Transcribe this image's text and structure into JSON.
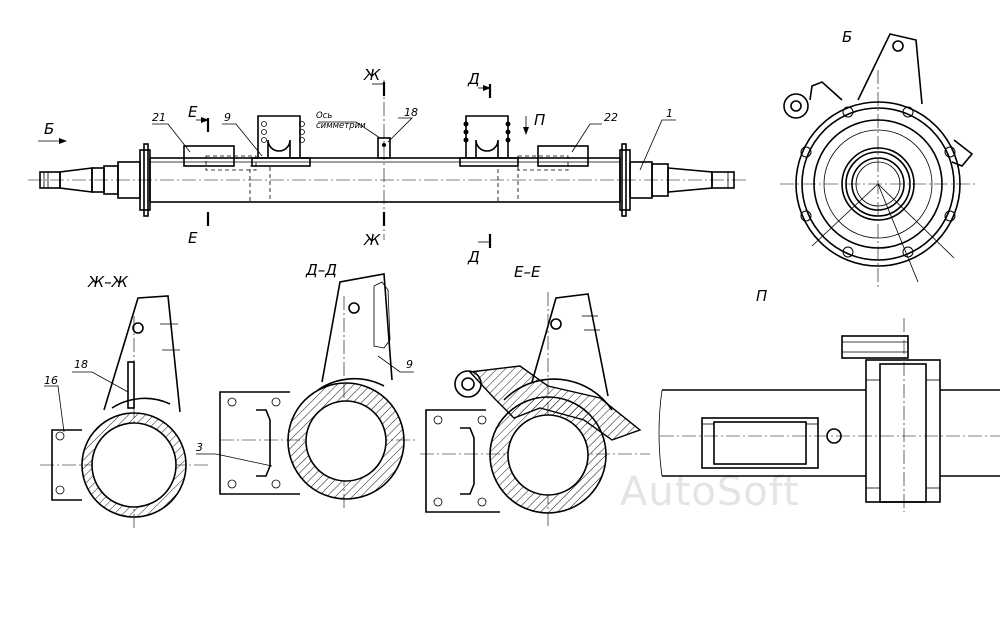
{
  "views": {
    "B": "Б",
    "E": "Е",
    "ZH": "Ж",
    "D": "Д",
    "P": "П"
  },
  "section_titles": {
    "zh_zh": "Ж–Ж",
    "d_d": "Д–Д",
    "e_e": "Е–Е",
    "p": "П",
    "b": "Б"
  },
  "callouts": {
    "n1": "1",
    "n3": "3",
    "n9": "9",
    "n9b": "9",
    "n16": "16",
    "n18": "18",
    "n18b": "18",
    "n21": "21",
    "n22": "22"
  },
  "note": {
    "line1": "Ось",
    "line2": "симметрии"
  },
  "watermark": "AutoSoft"
}
